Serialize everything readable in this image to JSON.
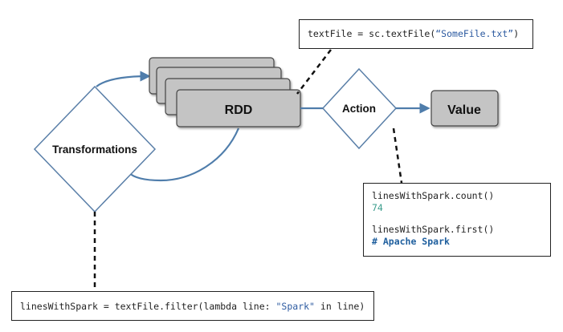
{
  "nodes": {
    "rdd": "RDD",
    "action": "Action",
    "value": "Value",
    "transformations": "Transformations"
  },
  "code": {
    "textfile_prefix": "textFile = sc.textFile(",
    "textfile_arg": "“SomeFile.txt”",
    "textfile_suffix": ")",
    "count_call": "linesWithSpark.count()",
    "count_result": "74",
    "first_call": "linesWithSpark.first()",
    "first_result": "# Apache Spark",
    "filter_prefix": "linesWithSpark = textFile.filter(lambda line: ",
    "filter_arg": "\"Spark\"",
    "filter_suffix": " in line)"
  },
  "colors": {
    "box_fill": "#c4c4c4",
    "box_stroke": "#444444",
    "arrow": "#4f7dab",
    "diamond_stroke": "#5a7fa8",
    "number": "#3a9c8c",
    "comment": "#1f5f9e"
  }
}
